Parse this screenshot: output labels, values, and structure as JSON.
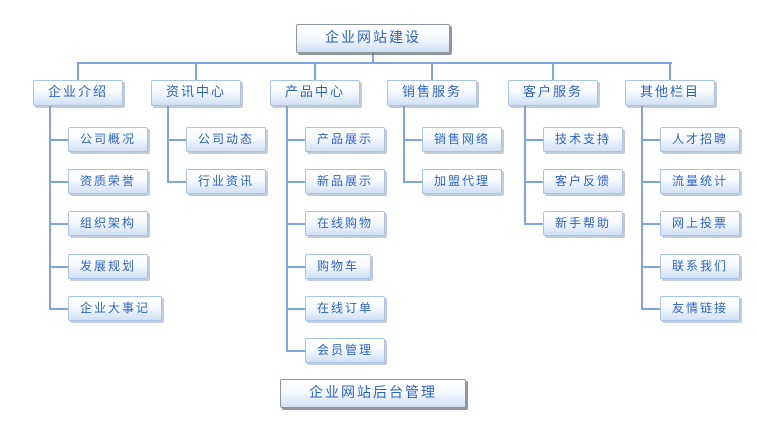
{
  "colors": {
    "connector": "#7fa5de",
    "node_border": "#a9c4e6",
    "node_text": "#2e63c6",
    "node_fill_bottom": "#cfe0f4",
    "big_node_border": "#8f969e"
  },
  "diagram": {
    "root": "企业网站建设",
    "footer": "企业网站后台管理",
    "columns": [
      {
        "label": "企业介绍",
        "children": [
          "公司概况",
          "资质荣誉",
          "组织架构",
          "发展规划",
          "企业大事记"
        ]
      },
      {
        "label": "资讯中心",
        "children": [
          "公司动态",
          "行业资讯"
        ]
      },
      {
        "label": "产品中心",
        "children": [
          "产品展示",
          "新品展示",
          "在线购物",
          "购物车",
          "在线订单",
          "会员管理"
        ]
      },
      {
        "label": "销售服务",
        "children": [
          "销售网络",
          "加盟代理"
        ]
      },
      {
        "label": "客户服务",
        "children": [
          "技术支持",
          "客户反馈",
          "新手帮助"
        ]
      },
      {
        "label": "其他栏目",
        "children": [
          "人才招聘",
          "流量统计",
          "网上投票",
          "联系我们",
          "友情链接"
        ]
      }
    ]
  }
}
